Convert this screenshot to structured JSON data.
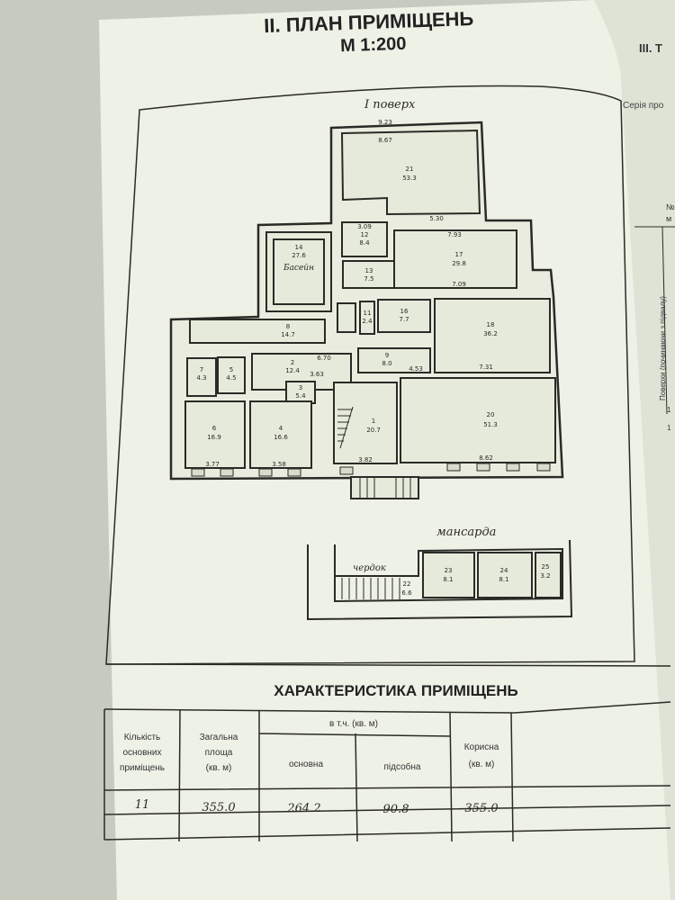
{
  "document": {
    "title": "II. ПЛАН ПРИМІЩЕНЬ",
    "scale": "М 1:200",
    "next_page": {
      "title": "III. Т",
      "series_text": "Серія про",
      "col_no": "№",
      "col_no2": "м",
      "floor_header": "Поверхи (починаючи з підвалу)",
      "row1": "1",
      "row2": "1"
    }
  },
  "plan": {
    "floor1_label": "I поверх",
    "pool_label": "Басейн",
    "attic_label": "мансарда",
    "loft_label": "чердок",
    "rooms": [
      {
        "num": "21",
        "area": "53.3"
      },
      {
        "num": "14",
        "area": "27.6"
      },
      {
        "num": "12",
        "area": "8.4"
      },
      {
        "num": "13",
        "area": "7.5"
      },
      {
        "num": "17",
        "area": "29.8"
      },
      {
        "num": "8",
        "area": "14.7"
      },
      {
        "num": "16",
        "area": "7.7"
      },
      {
        "num": "18",
        "area": "36.2"
      },
      {
        "num": "9",
        "area": "8.0"
      },
      {
        "num": "2",
        "area": "12.4"
      },
      {
        "num": "7",
        "area": "4.3"
      },
      {
        "num": "5",
        "area": "4.5"
      },
      {
        "num": "3",
        "area": "5.4"
      },
      {
        "num": "6",
        "area": "16.9"
      },
      {
        "num": "4",
        "area": "16.6"
      },
      {
        "num": "1",
        "area": "20.7"
      },
      {
        "num": "20",
        "area": "51.3"
      },
      {
        "num": "11",
        "area": "2.4"
      }
    ],
    "attic_rooms": [
      {
        "num": "22",
        "area": "6.6"
      },
      {
        "num": "23",
        "area": "8.1"
      },
      {
        "num": "24",
        "area": "8.1"
      },
      {
        "num": "25",
        "area": "3.2"
      }
    ],
    "dimensions": [
      "9.23",
      "8.67",
      "5.30",
      "7.93",
      "7.09",
      "3.09",
      "3.77",
      "3.58",
      "3.82",
      "8.62",
      "7.31",
      "4.53",
      "6.70",
      "3.63"
    ]
  },
  "characteristics": {
    "title": "ХАРАКТЕРИСТИКА ПРИМІЩЕНЬ",
    "headers": {
      "count": [
        "Кількість",
        "основних",
        "приміщень"
      ],
      "total": [
        "Загальна",
        "площа",
        "(кв. м)"
      ],
      "including": "в т.ч. (кв. м)",
      "main": "основна",
      "auxiliary": "підсобна",
      "useful": [
        "Корисна",
        "(кв. м)"
      ]
    },
    "row": {
      "count": "11",
      "total": "355.0",
      "main": "264.2",
      "auxiliary": "90.8",
      "useful": "355.0"
    }
  }
}
